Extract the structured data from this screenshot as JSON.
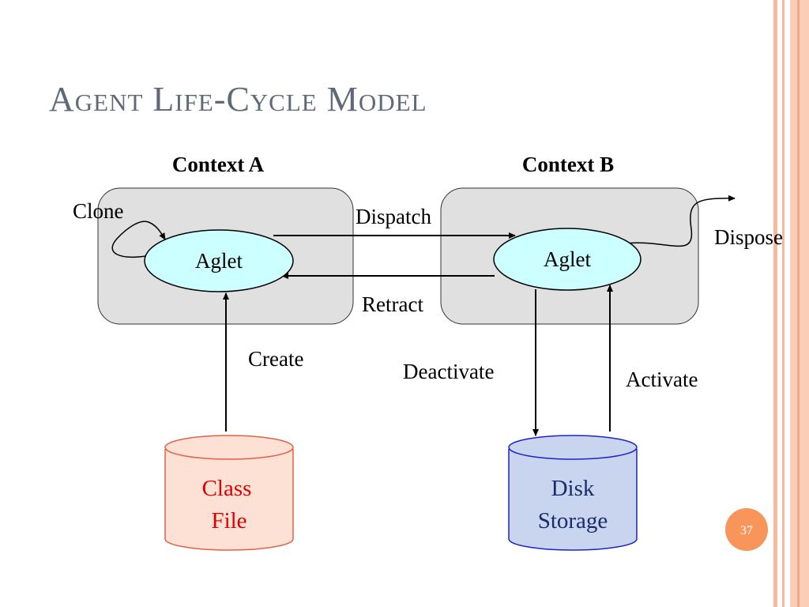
{
  "title": "Agent Life-Cycle Model",
  "contexts": {
    "a_label": "Context A",
    "b_label": "Context B"
  },
  "agents": {
    "a_label": "Aglet",
    "b_label": "Aglet"
  },
  "actions": {
    "clone": "Clone",
    "dispatch": "Dispatch",
    "retract": "Retract",
    "dispose": "Dispose",
    "create": "Create",
    "deactivate": "Deactivate",
    "activate": "Activate"
  },
  "storage": {
    "class_file_line1": "Class",
    "class_file_line2": "File",
    "disk_storage_line1": "Disk",
    "disk_storage_line2": "Storage"
  },
  "page_number": "37",
  "colors": {
    "title": "#5f6a78",
    "context_fill": "#e0e0e0",
    "aglet_fill": "#ccffff",
    "class_file_fill": "#fde1d5",
    "class_file_stroke": "#e0624a",
    "class_file_text": "#e00000",
    "disk_fill": "#c9d5ef",
    "disk_stroke": "#1f22c8",
    "disk_text": "#1b2a6b",
    "badge": "#f7955b",
    "border_stripe": "#f6b99b"
  }
}
